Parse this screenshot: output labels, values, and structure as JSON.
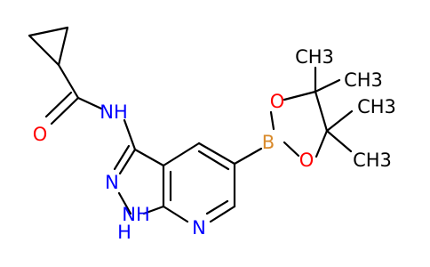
{
  "structure": {
    "colors": {
      "bond": "#000000",
      "nitrogen": "#0000ff",
      "oxygen": "#ff0000",
      "boron": "#d98a2b",
      "carbon": "#000000"
    },
    "labels": {
      "amide_nh": "NH",
      "carbonyl_o": "O",
      "pyrazole_n": "N",
      "pyrazole_nh": "NH",
      "pyrazole_h": "H",
      "pyridine_n": "N",
      "boron": "B",
      "boronate_o_top": "O",
      "boronate_o_bottom": "O",
      "methyl_1": "CH3",
      "methyl_2": "CH3",
      "methyl_3": "CH3",
      "methyl_4": "CH3"
    }
  }
}
